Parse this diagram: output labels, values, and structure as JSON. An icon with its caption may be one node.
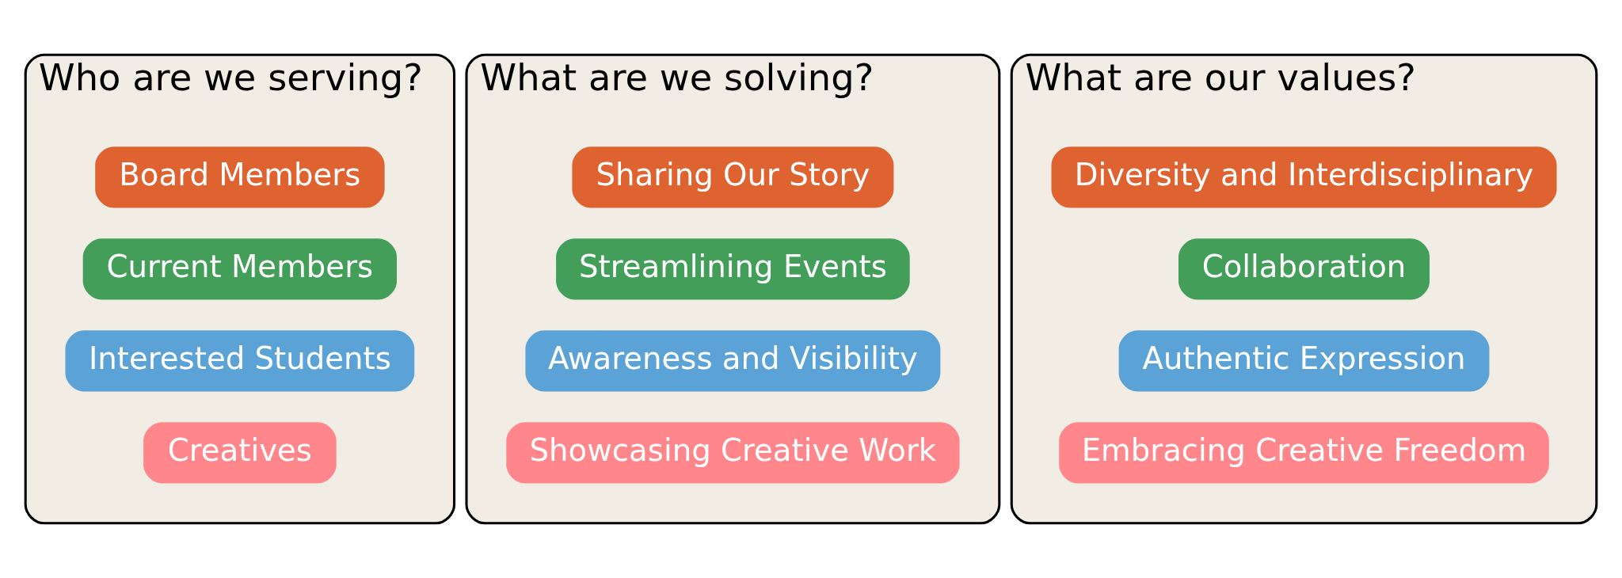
{
  "diagram": {
    "nodes": [
      {
        "text": [
          "Who are we serving?"
        ]
      },
      {
        "text": [
          "Board Members"
        ],
        "in": 0
      },
      {
        "text": [
          "Current Members"
        ],
        "in": 0
      },
      {
        "text": [
          "Interested Students"
        ],
        "in": 0
      },
      {
        "text": [
          "Creatives"
        ],
        "in": 0
      },
      {
        "text": [
          "What are we solving?"
        ]
      },
      {
        "text": [
          "Sharing Our Story"
        ],
        "in": 5
      },
      {
        "text": [
          "Streamlining Events"
        ],
        "in": 5
      },
      {
        "text": [
          "Awareness and Visibility"
        ],
        "in": 5
      },
      {
        "text": [
          "Showcasing Creative Work"
        ],
        "in": 5
      },
      {
        "text": [
          "What are our values?"
        ]
      },
      {
        "text": [
          "Diversity and Interdisciplinary"
        ],
        "in": 10
      },
      {
        "text": [
          "Collaboration"
        ],
        "in": 10
      },
      {
        "text": [
          "Authentic Expression"
        ],
        "in": 10
      },
      {
        "text": [
          "Embracing Creative Freedom"
        ],
        "in": 10
      }
    ]
  }
}
